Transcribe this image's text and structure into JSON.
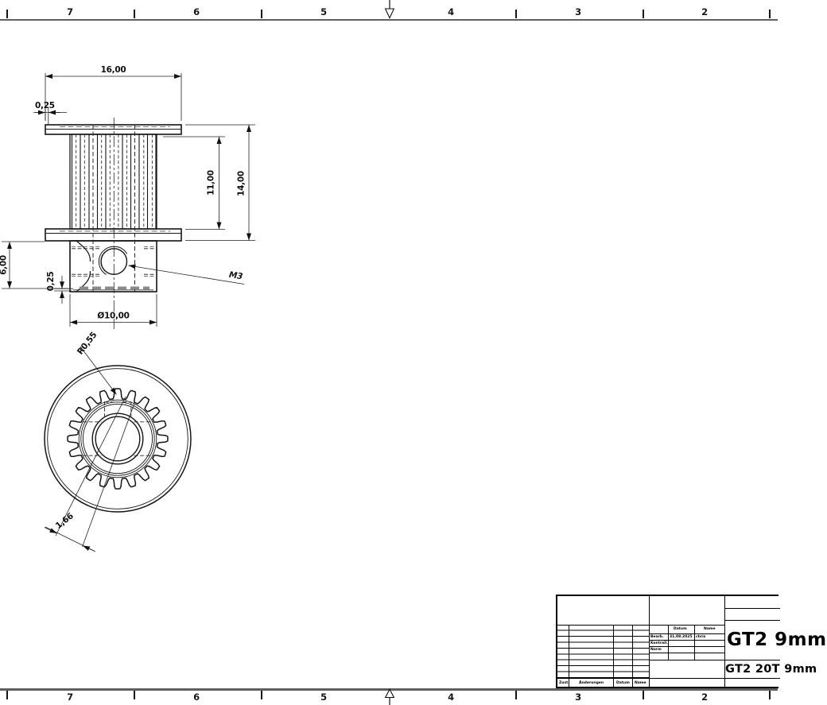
{
  "sheet": {
    "grid_labels": [
      "7",
      "6",
      "5",
      "4",
      "3",
      "2"
    ]
  },
  "side_view": {
    "dim_overall_width": "16,00",
    "dim_flange_lip": "0,25",
    "dim_belt_width": "11,00",
    "dim_total_width": "14,00",
    "dim_hub_length": "6,00",
    "dim_hub_chamfer": "0,25",
    "dim_hub_diameter": "Ø10,00",
    "leader_thread": "M3"
  },
  "front_view": {
    "teeth_count": 20,
    "leader_tooth_radius": "R0,55",
    "dim_tooth_width": "1,66"
  },
  "title_block": {
    "header_datum": "Datum",
    "header_name": "Name",
    "row_created": "Bearb.",
    "row_checked": "Kontroll.",
    "row_standard": "Norm",
    "created_date": "31.08.2025",
    "created_name": "chris",
    "rev_state": "Zust.",
    "rev_changes": "Änderungen",
    "rev_date": "Datum",
    "rev_name": "Name",
    "title": "GT2 9mm",
    "subtitle": "GT2 20T 9mm"
  }
}
